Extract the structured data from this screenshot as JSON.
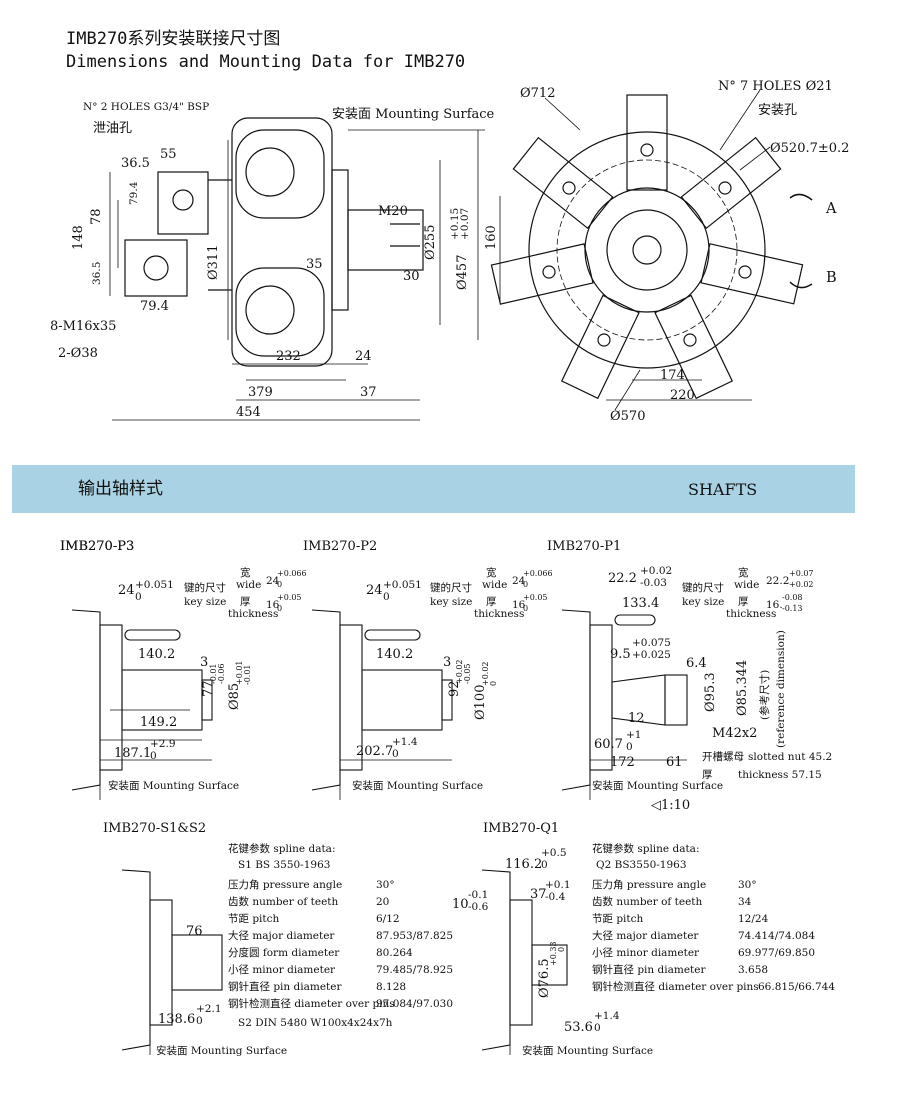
{
  "header": {
    "title_cn": "IMB270系列安装联接尺寸图",
    "title_en": "Dimensions and Mounting Data for IMB270"
  },
  "section": {
    "left_label": "输出轴样式",
    "right_label": "SHAFTS"
  },
  "main_drawing": {
    "holes_g34": "N° 2 HOLES G3/4\" BSP",
    "drain_cn": "泄油孔",
    "mounting_surface": "安装面 Mounting Surface",
    "d712": "Ø712",
    "holes_21": "N° 7 HOLES Ø21",
    "mount_holes_cn": "安装孔",
    "d520": "Ø520.7±0.2",
    "port_a": "A",
    "port_b": "B",
    "d570": "Ø570",
    "d174": "174",
    "d220": "220",
    "d160": "160",
    "d_365": "36.5",
    "d_55": "55",
    "d_794a": "79.4",
    "d_78": "78",
    "d_148": "148",
    "d_365b": "36.5",
    "d_794b": "79.4",
    "m16": "8-M16x35",
    "d38": "2-Ø38",
    "d311": "Ø311",
    "m20": "M20",
    "d255": "Ø255",
    "d457": "Ø457",
    "d457_tol_top": "+0.15",
    "d457_tol_bot": "+0.07",
    "d30": "30",
    "d35": "35",
    "d232": "232",
    "d24": "24",
    "d379": "379",
    "d37": "37",
    "d454": "454"
  },
  "shafts": [
    {
      "name": "IMB270-P3",
      "key_width": "24",
      "key_width_tol": "+0.051",
      "key_width_tol2": "0",
      "key_cn": "键的尺寸",
      "key_en": "key size",
      "wide_cn": "宽",
      "wide_en": "wide",
      "wide_val": "24",
      "wide_tol": "+0.066",
      "wide_tol2": "0",
      "thick_cn": "厚",
      "thick_en": "thickness",
      "thick_val": "16",
      "thick_tol": "+0.05",
      "thick_tol2": "0",
      "d_key_len": "140.2",
      "d_3": "3",
      "d_shaft_small": "77",
      "d_shaft_small_tol": "-0.01",
      "d_shaft_small_tol2": "-0.06",
      "d_shaft": "Ø85",
      "d_shaft_tol": "+0.01",
      "d_shaft_tol2": "-0.01",
      "d_len1": "149.2",
      "d_len2": "187.1",
      "d_len2_tol": "+2.9",
      "d_len2_tol2": "0",
      "mounting": "安装面 Mounting Surface"
    },
    {
      "name": "IMB270-P2",
      "key_width": "24",
      "key_width_tol": "+0.051",
      "key_width_tol2": "0",
      "key_cn": "键的尺寸",
      "key_en": "key size",
      "wide_cn": "宽",
      "wide_en": "wide",
      "wide_val": "24",
      "wide_tol": "+0.066",
      "wide_tol2": "0",
      "thick_cn": "厚",
      "thick_en": "thickness",
      "thick_val": "16",
      "thick_tol": "+0.05",
      "thick_tol2": "0",
      "d_key_len": "140.2",
      "d_3": "3",
      "d_shaft_small": "92",
      "d_shaft_small_tol": "+0.02",
      "d_shaft_small_tol2": "-0.05",
      "d_shaft": "Ø100",
      "d_shaft_tol": "+0.02",
      "d_shaft_tol2": "0",
      "d_len2": "202.7",
      "d_len2_tol": "+1.4",
      "d_len2_tol2": "0",
      "mounting": "安装面 Mounting Surface"
    },
    {
      "name": "IMB270-P1",
      "key_width": "22.2",
      "key_width_tol": "+0.02",
      "key_width_tol2": "-0.03",
      "key_cn": "键的尺寸",
      "key_en": "key size",
      "wide_cn": "宽",
      "wide_en": "wide",
      "wide_val": "22.2",
      "wide_tol": "+0.07",
      "wide_tol2": "+0.02",
      "thick_cn": "厚",
      "thick_en": "thickness",
      "thick_val": "16.",
      "thick_tol": "-0.08",
      "thick_tol2": "-0.13",
      "d_key_len": "133.4",
      "d_95": "9.5",
      "d_95_tol": "+0.075",
      "d_95_tol2": "+0.025",
      "d_64": "6.4",
      "d_953": "Ø95.3",
      "d_85344": "Ø85.344",
      "ref_cn": "(参考尺寸)",
      "ref_en": "(reference dimension)",
      "d_12": "12",
      "d_m42": "M42x2",
      "d_607": "60.7",
      "d_607_tol": "+1",
      "d_607_tol2": "0",
      "d_172": "172",
      "d_61": "61",
      "nut_cn": "开槽螺母",
      "nut_en": "slotted nut 45.2",
      "nut_thick_cn": "厚",
      "nut_thick_en": "thickness 57.15",
      "taper": "◁1:10",
      "mounting": "安装面 Mounting Surface"
    }
  ],
  "spline_s": {
    "name": "IMB270-S1&S2",
    "header_cn": "花键参数 spline data:",
    "std": "S1 BS 3550-1963",
    "rows": [
      {
        "label": "压力角 pressure angle",
        "value": "30°"
      },
      {
        "label": "齿数 number of teeth",
        "value": "20"
      },
      {
        "label": "节距 pitch",
        "value": "6/12"
      },
      {
        "label": "大径 major diameter",
        "value": "87.953/87.825"
      },
      {
        "label": "分度圆 form diameter",
        "value": "80.264"
      },
      {
        "label": "小径 minor diameter",
        "value": "79.485/78.925"
      },
      {
        "label": "钢针直径 pin diameter",
        "value": "8.128"
      },
      {
        "label": "钢针检测直径 diameter over pins",
        "value": "97.084/97.030"
      }
    ],
    "std2": "S2 DIN 5480 W100x4x24x7h",
    "d_76": "76",
    "d_1386": "138.6",
    "d_1386_tol": "+2.1",
    "d_1386_tol2": "0",
    "mounting": "安装面 Mounting Surface"
  },
  "spline_q": {
    "name": "IMB270-Q1",
    "header_cn": "花键参数 spline data:",
    "std": "Q2 BS3550-1963",
    "rows": [
      {
        "label": "压力角 pressure angle",
        "value": "30°"
      },
      {
        "label": "齿数 number of teeth",
        "value": "34"
      },
      {
        "label": "节距 pitch",
        "value": "12/24"
      },
      {
        "label": "大径 major diameter",
        "value": "74.414/74.084"
      },
      {
        "label": "小径 minor diameter",
        "value": "69.977/69.850"
      },
      {
        "label": "钢针直径 pin diameter",
        "value": "3.658"
      },
      {
        "label": "钢针检测直径 diameter over pins",
        "value": "66.815/66.744"
      }
    ],
    "d_1162": "116.2",
    "d_1162_tol": "+0.5",
    "d_1162_tol2": "0",
    "d_10": "10",
    "d_10_tol": "-0.1",
    "d_10_tol2": "-0.6",
    "d_37": "37",
    "d_37_tol": "+0.1",
    "d_37_tol2": "-0.4",
    "d_765": "Ø76.5",
    "d_765_tol": "+0.33",
    "d_765_tol2": "0",
    "d_536": "53.6",
    "d_536_tol": "+1.4",
    "d_536_tol2": "0",
    "mounting": "安装面 Mounting Surface"
  }
}
